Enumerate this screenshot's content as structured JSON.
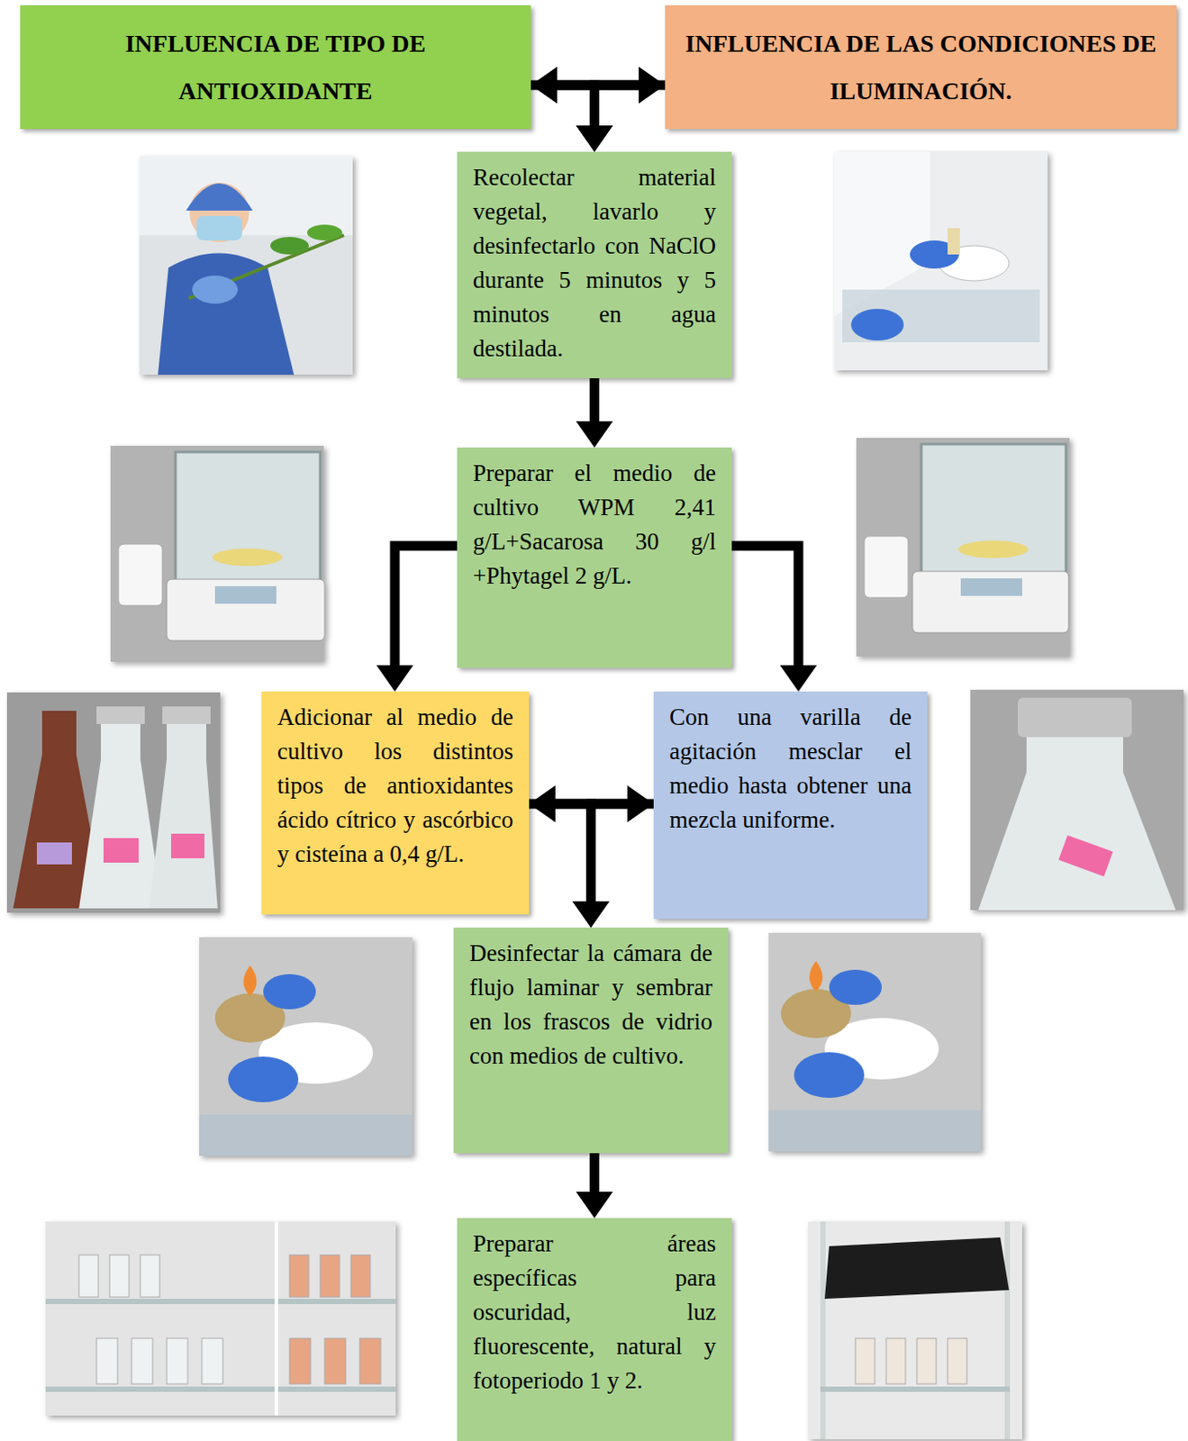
{
  "diagram": {
    "nodes": [
      {
        "text": [
          "INFLUENCIA DE TIPO DE ANTIOXIDANTE"
        ]
      },
      {
        "text": [
          "INFLUENCIA DE LAS CONDICIONES DE ILUMINACIÓN."
        ]
      },
      {
        "text": [
          "Recolectar material vegetal, lavarlo y desinfectarlo con NaClO durante 5 minutos y 5 minutos en agua destilada."
        ]
      },
      {
        "text": [
          "Preparar el medio de cultivo WPM 2,41 g/L+Sacarosa 30 g/l +Phytagel 2 g/L."
        ]
      },
      {
        "text": [
          "Adicionar al medio de cultivo los distintos tipos de antioxidantes ácido cítrico y ascórbico y cisteína a 0,4 g/L."
        ]
      },
      {
        "text": [
          "Con una varilla de agitación mesclar el medio hasta obtener una mezcla uniforme."
        ]
      },
      {
        "text": [
          "Desinfectar la cámara de flujo laminar y sembrar en los frascos de vidrio con medios de cultivo."
        ]
      },
      {
        "text": [
          "Preparar áreas específicas para oscuridad, luz fluorescente, natural y fotoperiodo 1 y 2."
        ]
      }
    ],
    "edges": [
      {
        "from": 0,
        "to": 1,
        "arrow": "both"
      },
      {
        "from": 0,
        "to": 2,
        "arrow": "to"
      },
      {
        "from": 1,
        "to": 2,
        "arrow": "to"
      },
      {
        "from": 2,
        "to": 3,
        "arrow": "to"
      },
      {
        "from": 3,
        "to": 4,
        "arrow": "to"
      },
      {
        "from": 3,
        "to": 5,
        "arrow": "to"
      },
      {
        "from": 4,
        "to": 5,
        "arrow": "both"
      },
      {
        "from": 4,
        "to": 6,
        "arrow": "to"
      },
      {
        "from": 5,
        "to": 6,
        "arrow": "to"
      },
      {
        "from": 6,
        "to": 7,
        "arrow": "to"
      }
    ]
  }
}
